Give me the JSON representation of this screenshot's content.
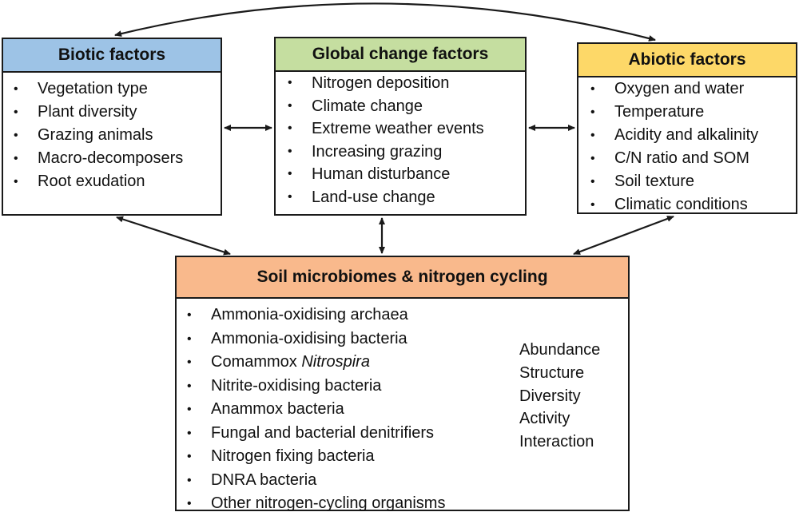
{
  "biotic": {
    "title": "Biotic factors",
    "items": [
      "Vegetation type",
      "Plant diversity",
      "Grazing animals",
      "Macro-decomposers",
      "Root exudation"
    ],
    "header_color": "#9dc3e6"
  },
  "global_change": {
    "title": "Global change factors",
    "items": [
      "Nitrogen deposition",
      "Climate change",
      "Extreme weather events",
      "Increasing grazing",
      "Human disturbance",
      "Land-use change"
    ],
    "header_color": "#c5dea0"
  },
  "abiotic": {
    "title": "Abiotic factors",
    "items": [
      "Oxygen and water",
      "Temperature",
      "Acidity and alkalinity",
      "C/N ratio and SOM",
      "Soil texture",
      "Climatic conditions"
    ],
    "header_color": "#fdd868"
  },
  "soil": {
    "title": "Soil microbiomes & nitrogen cycling",
    "items": [
      "Ammonia-oxidising archaea",
      "Ammonia-oxidising bacteria",
      "Comammox",
      "Nitrite-oxidising bacteria",
      "Anammox bacteria",
      "Fungal and bacterial denitrifiers",
      "Nitrogen fixing bacteria",
      "DNRA bacteria",
      "Other nitrogen-cycling organisms"
    ],
    "comammox_italic": "Nitrospira",
    "metrics": [
      "Abundance",
      "Structure",
      "Diversity",
      "Activity",
      "Interaction"
    ],
    "header_color": "#f9b98c"
  }
}
